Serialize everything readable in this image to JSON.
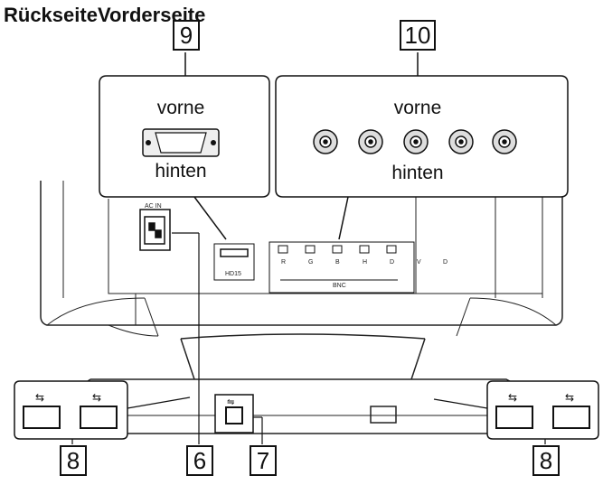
{
  "title": "RückseiteVorderseite",
  "callouts": {
    "vga": {
      "front": "vorne",
      "back": "hinten"
    },
    "bnc": {
      "front": "vorne",
      "back": "hinten"
    }
  },
  "numbers": {
    "n9": "9",
    "n10": "10",
    "n6": "6",
    "n7": "7",
    "n8_left": "8",
    "n8_right": "8"
  },
  "panel": {
    "ac_in": "AC IN",
    "input1": "HD15",
    "input2": "BNC",
    "bnc_labels": [
      "R",
      "G",
      "B",
      "H",
      "D",
      "V",
      "D"
    ],
    "bnc_extra": "V"
  }
}
